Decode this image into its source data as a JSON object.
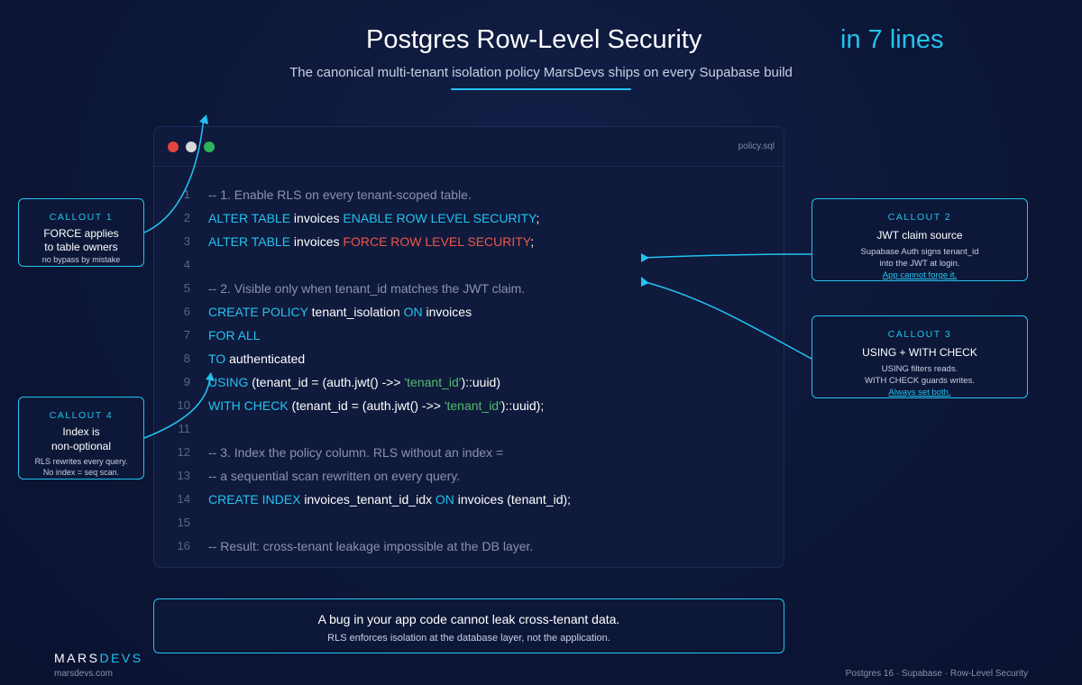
{
  "header": {
    "title_main": "Postgres Row-Level Security",
    "title_accent": "in 7 lines",
    "subtitle": "The canonical multi-tenant isolation policy MarsDevs ships on every Supabase build"
  },
  "editor": {
    "filename": "policy.sql",
    "lines": [
      {
        "n": "1",
        "tokens": [
          {
            "t": "-- 1. Enable RLS on every tenant-scoped table.",
            "c": "comment"
          }
        ]
      },
      {
        "n": "2",
        "tokens": [
          {
            "t": "ALTER TABLE",
            "c": "kw"
          },
          {
            "t": " invoices ",
            "c": "id"
          },
          {
            "t": "ENABLE ROW LEVEL SECURITY",
            "c": "kw"
          },
          {
            "t": ";",
            "c": "id"
          }
        ]
      },
      {
        "n": "3",
        "tokens": [
          {
            "t": "ALTER TABLE",
            "c": "kw"
          },
          {
            "t": " invoices ",
            "c": "id"
          },
          {
            "t": "FORCE ROW LEVEL SECURITY",
            "c": "red"
          },
          {
            "t": ";",
            "c": "id"
          }
        ]
      },
      {
        "n": "4",
        "tokens": []
      },
      {
        "n": "5",
        "tokens": [
          {
            "t": "-- 2. Visible only when tenant_id matches the JWT claim.",
            "c": "comment"
          }
        ]
      },
      {
        "n": "6",
        "tokens": [
          {
            "t": "CREATE POLICY",
            "c": "kw"
          },
          {
            "t": " tenant_isolation ",
            "c": "id"
          },
          {
            "t": "ON",
            "c": "kw"
          },
          {
            "t": " invoices",
            "c": "id"
          }
        ]
      },
      {
        "n": "7",
        "tokens": [
          {
            "t": "FOR ALL",
            "c": "kw"
          }
        ]
      },
      {
        "n": "8",
        "tokens": [
          {
            "t": "TO",
            "c": "kw"
          },
          {
            "t": " authenticated",
            "c": "id"
          }
        ]
      },
      {
        "n": "9",
        "tokens": [
          {
            "t": "USING",
            "c": "kw"
          },
          {
            "t": " (tenant_id = (auth.jwt() ->> ",
            "c": "id"
          },
          {
            "t": "'tenant_id'",
            "c": "str"
          },
          {
            "t": ")::uuid)",
            "c": "id"
          }
        ]
      },
      {
        "n": "10",
        "tokens": [
          {
            "t": "WITH CHECK",
            "c": "kw"
          },
          {
            "t": " (tenant_id = (auth.jwt() ->> ",
            "c": "id"
          },
          {
            "t": "'tenant_id'",
            "c": "str"
          },
          {
            "t": ")::uuid);",
            "c": "id"
          }
        ]
      },
      {
        "n": "11",
        "tokens": []
      },
      {
        "n": "12",
        "tokens": [
          {
            "t": "-- 3. Index the policy column. RLS without an index =",
            "c": "comment"
          }
        ]
      },
      {
        "n": "13",
        "tokens": [
          {
            "t": "-- a sequential scan rewritten on every query.",
            "c": "comment"
          }
        ]
      },
      {
        "n": "14",
        "tokens": [
          {
            "t": "CREATE INDEX",
            "c": "kw"
          },
          {
            "t": " invoices_tenant_id_idx ",
            "c": "id"
          },
          {
            "t": "ON",
            "c": "kw"
          },
          {
            "t": " invoices (tenant_id);",
            "c": "id"
          }
        ]
      },
      {
        "n": "15",
        "tokens": []
      },
      {
        "n": "16",
        "tokens": [
          {
            "t": "-- Result: cross-tenant leakage impossible at the DB layer.",
            "c": "comment"
          }
        ]
      }
    ]
  },
  "callouts": {
    "c1": {
      "head": "CALLOUT 1",
      "line1": "FORCE applies",
      "line2": "to table owners",
      "note": "no bypass by mistake"
    },
    "c2": {
      "head": "CALLOUT 2",
      "title": "JWT claim source",
      "line1": "Supabase Auth signs tenant_id",
      "line2": "into the JWT at login.",
      "link": "App cannot forge it."
    },
    "c3": {
      "head": "CALLOUT 3",
      "title": "USING + WITH CHECK",
      "line1": "USING filters reads.",
      "line2": "WITH CHECK guards writes.",
      "link": "Always set both."
    },
    "c4": {
      "head": "CALLOUT 4",
      "line1": "Index is",
      "line2": "non-optional",
      "note1": "RLS rewrites every query.",
      "note2": "No index = seq scan."
    }
  },
  "banner": {
    "line1": "A bug in your app code cannot leak cross-tenant data.",
    "line2": "RLS enforces isolation at the database layer, not the application."
  },
  "footer": {
    "brand_a": "MARS",
    "brand_b": "DEVS",
    "site": "marsdevs.com",
    "meta": "Postgres 16 · Supabase · Row-Level Security"
  },
  "colors": {
    "background": "#0c1636",
    "accent": "#22c3f0",
    "keyword": "#22c3f0",
    "danger": "#f0554a",
    "string": "#4fbf6a",
    "comment": "#8a93ab"
  }
}
